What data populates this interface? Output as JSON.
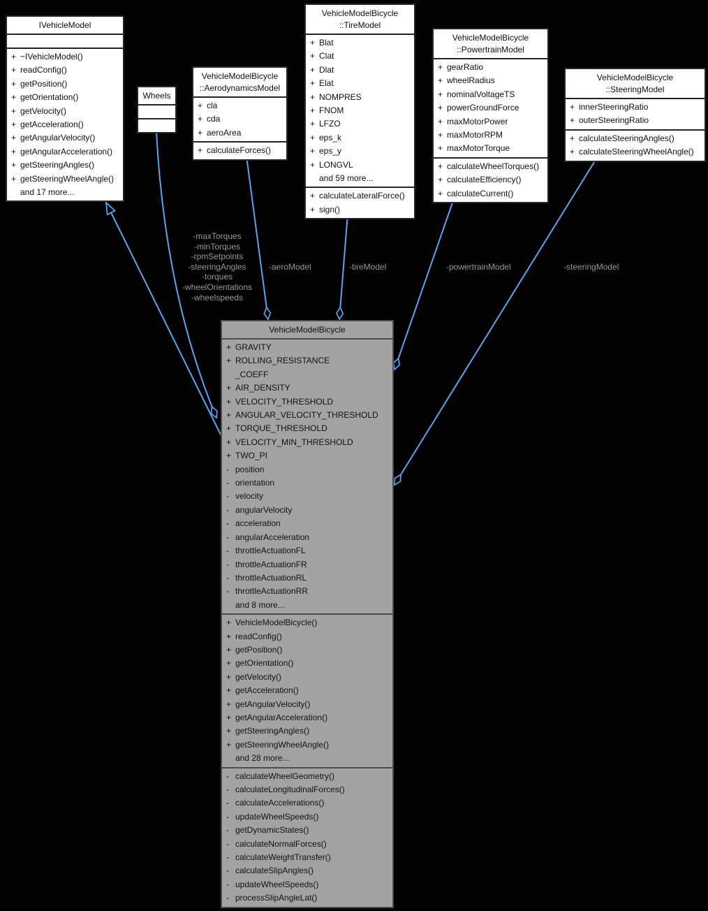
{
  "diagram": {
    "type": "uml-collaboration-diagram",
    "focus_class": "VehicleModelBicycle"
  },
  "colors": {
    "background": "#000000",
    "edge": "#58a6ee",
    "edge_label_text": "#989898",
    "node_fill": "#ffffff",
    "focus_node_fill": "#a3a3a3"
  },
  "classes": [
    {
      "id": "ivehiclemodel",
      "title": [
        "IVehicleModel"
      ],
      "sections": [
        [],
        [
          "+ ~IVehicleModel()",
          "+ readConfig()",
          "+ getPosition()",
          "+ getOrientation()",
          "+ getVelocity()",
          "+ getAcceleration()",
          "+ getAngularVelocity()",
          "+ getAngularAcceleration()",
          "+ getSteeringAngles()",
          "+ getSteeringWheelAngle()",
          "and 17 more..."
        ]
      ]
    },
    {
      "id": "wheels",
      "title": [
        "Wheels"
      ],
      "sections": [
        [],
        []
      ]
    },
    {
      "id": "aero",
      "title": [
        "VehicleModelBicycle",
        "::AerodynamicsModel"
      ],
      "sections": [
        [
          "+ cla",
          "+ cda",
          "+ aeroArea"
        ],
        [
          "+ calculateForces()"
        ]
      ]
    },
    {
      "id": "tire",
      "title": [
        "VehicleModelBicycle",
        "::TireModel"
      ],
      "sections": [
        [
          "+ Blat",
          "+ Clat",
          "+ Dlat",
          "+ Elat",
          "+ NOMPRES",
          "+ FNOM",
          "+ LFZO",
          "+ eps_k",
          "+ eps_y",
          "+ LONGVL",
          "and 59 more..."
        ],
        [
          "+ calculateLateralForce()",
          "+ sign()"
        ]
      ]
    },
    {
      "id": "powertrain",
      "title": [
        "VehicleModelBicycle",
        "::PowertrainModel"
      ],
      "sections": [
        [
          "+ gearRatio",
          "+ wheelRadius",
          "+ nominalVoltageTS",
          "+ powerGroundForce",
          "+ maxMotorPower",
          "+ maxMotorRPM",
          "+ maxMotorTorque"
        ],
        [
          "+ calculateWheelTorques()",
          "+ calculateEfficiency()",
          "+ calculateCurrent()"
        ]
      ]
    },
    {
      "id": "steering",
      "title": [
        "VehicleModelBicycle",
        "::SteeringModel"
      ],
      "sections": [
        [
          "+ innerSteeringRatio",
          "+ outerSteeringRatio"
        ],
        [
          "+ calculateSteeringAngles()",
          "+ calculateSteeringWheelAngle()"
        ]
      ]
    },
    {
      "id": "vmb",
      "title": [
        "VehicleModelBicycle"
      ],
      "sections": [
        [
          "+ GRAVITY",
          "+ ROLLING_RESISTANCE\n_COEFF",
          "+ AIR_DENSITY",
          "+ VELOCITY_THRESHOLD",
          "+ ANGULAR_VELOCITY_THRESHOLD",
          "+ TORQUE_THRESHOLD",
          "+ VELOCITY_MIN_THRESHOLD",
          "+ TWO_PI",
          "- position",
          "- orientation",
          "- velocity",
          "- angularVelocity",
          "- acceleration",
          "- angularAcceleration",
          "- throttleActuationFL",
          "- throttleActuationFR",
          "- throttleActuationRL",
          "- throttleActuationRR",
          "and 8 more..."
        ],
        [
          "+ VehicleModelBicycle()",
          "+ readConfig()",
          "+ getPosition()",
          "+ getOrientation()",
          "+ getVelocity()",
          "+ getAcceleration()",
          "+ getAngularVelocity()",
          "+ getAngularAcceleration()",
          "+ getSteeringAngles()",
          "+ getSteeringWheelAngle()",
          "and 28 more..."
        ],
        [
          "- calculateWheelGeometry()",
          "- calculateLongitudinalForces()",
          "- calculateAccelerations()",
          "- updateWheelSpeeds()",
          "- getDynamicStates()",
          "- calculateNormalForces()",
          "- calculateWeightTransfer()",
          "- calculateSlipAngles()",
          "- updateWheelSpeeds()",
          "- processSlipAngleLat()"
        ]
      ]
    }
  ],
  "edges": {
    "wheels_members": [
      "-maxTorques",
      "-minTorques",
      "-rpmSetpoints",
      "-steeringAngles",
      "-torques",
      "-wheelOrientations",
      "-wheelspeeds"
    ],
    "aero": "-aeroModel",
    "tire": "-tireModel",
    "powertrain": "-powertrainModel",
    "steering": "-steeringModel"
  }
}
